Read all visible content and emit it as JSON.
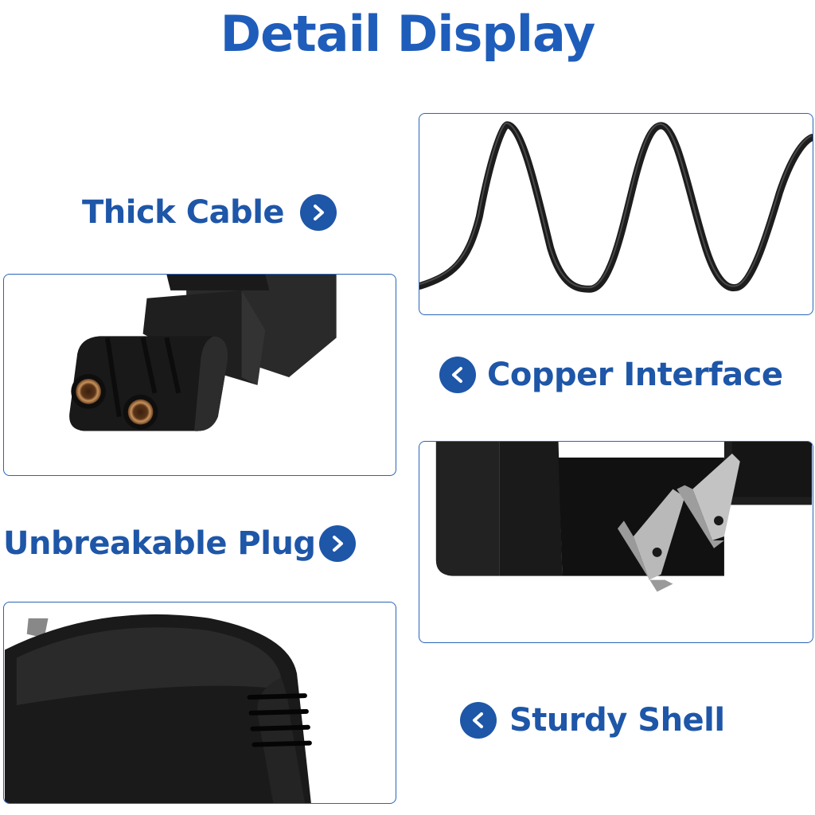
{
  "page": {
    "title": "Detail Display",
    "colors": {
      "title": "#1f5dbb",
      "label": "#1e56a8",
      "arrow_bg": "#1e56a8",
      "arrow_fg": "#ffffff",
      "panel_border": "#2a64b8",
      "product": "#1d1d1d"
    }
  },
  "features": [
    {
      "label": "Thick Cable",
      "arrow_icon": "chevron-right-icon"
    },
    {
      "label": "Copper Interface",
      "arrow_icon": "chevron-left-icon"
    },
    {
      "label": "Unbreakable Plug",
      "arrow_icon": "chevron-right-icon"
    },
    {
      "label": "Sturdy Shell",
      "arrow_icon": "chevron-left-icon"
    }
  ],
  "panels": [
    {
      "name": "coiled-cable-photo"
    },
    {
      "name": "copper-connector-photo"
    },
    {
      "name": "wall-plug-photo"
    },
    {
      "name": "adapter-shell-photo"
    }
  ]
}
